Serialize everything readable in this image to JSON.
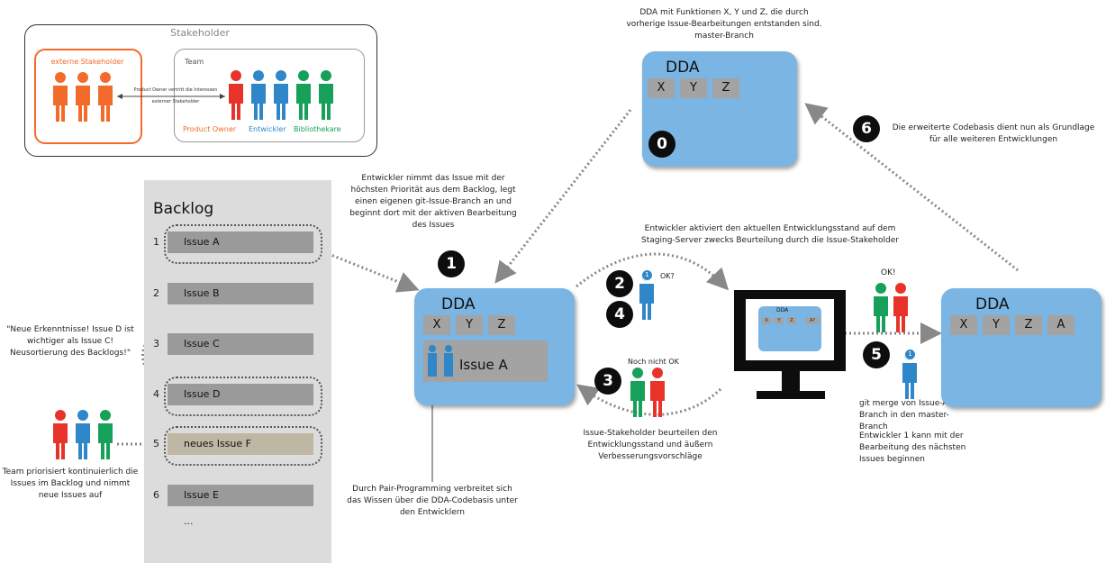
{
  "stakeholder_panel": {
    "title": "Stakeholder",
    "external_label": "externe Stakeholder",
    "team_label": "Team",
    "arrow_label_1": "Product Owner vertritt die Interessen",
    "arrow_label_2": "externer Stakeholder",
    "role_po": "Product Owner",
    "role_dev": "Entwickler",
    "role_lib": "Bibliothekare"
  },
  "backlog": {
    "title": "Backlog",
    "items": [
      {
        "num": "1",
        "label": "Issue A"
      },
      {
        "num": "2",
        "label": "Issue B"
      },
      {
        "num": "3",
        "label": "Issue C"
      },
      {
        "num": "4",
        "label": "Issue D"
      },
      {
        "num": "5",
        "label": "neues Issue F"
      },
      {
        "num": "6",
        "label": "Issue E"
      }
    ],
    "ellipsis": "..."
  },
  "notes": {
    "reprioritize": "\"Neue Erkenntnisse! Issue D ist wichtiger als Issue C! Neusortierung des Backlogs!\"",
    "team_prioritizes": "Team priorisiert kontinuierlich die Issues im Backlog und nimmt neue Issues auf",
    "top_dda": "DDA mit Funktionen X, Y und Z, die durch vorherige Issue-Bearbeitungen entstanden sind. master-Branch",
    "step1": "Entwickler nimmt das Issue mit der höchsten Priorität aus dem Backlog, legt einen eigenen git-Issue-Branch an und beginnt dort mit der aktiven Bearbeitung des Issues",
    "step2": "Entwickler aktiviert den aktuellen Entwicklungsstand auf dem Staging-Server zwecks Beurteilung durch die Issue-Stakeholder",
    "step6": "Die erweiterte Codebasis dient nun als Grundlage für alle weiteren Entwicklungen",
    "pair": "Durch Pair-Programming verbreitet sich das Wissen über die DDA-Codebasis unter den Entwicklern",
    "step3": "Issue-Stakeholder beurteilen den Entwicklungsstand und äußern Verbesserungsvorschläge",
    "merge": "git merge von Issue-A-Branch in den master-Branch",
    "next": "Entwickler 1 kann mit der Bearbeitung des nächsten Issues beginnen",
    "ok_q": "OK?",
    "not_ok": "Noch nicht OK",
    "ok": "OK!"
  },
  "dda_top": {
    "title": "DDA",
    "chips": [
      "X",
      "Y",
      "Z"
    ],
    "step": "0"
  },
  "dda_mid": {
    "title": "DDA",
    "chips": [
      "X",
      "Y",
      "Z"
    ],
    "issue": "Issue A"
  },
  "dda_right": {
    "title": "DDA",
    "chips": [
      "X",
      "Y",
      "Z",
      "A"
    ]
  },
  "monitor": {
    "title": "DDA",
    "chips": [
      "X",
      "Y",
      "Z",
      "A?"
    ]
  },
  "steps": [
    "1",
    "2",
    "3",
    "4",
    "5",
    "6"
  ],
  "person_badge": "1",
  "colors": {
    "orange": "#f26b2a",
    "red": "#e8332a",
    "blue": "#2f86c9",
    "green": "#17a05a",
    "dda_blue": "#7ab5e3"
  }
}
